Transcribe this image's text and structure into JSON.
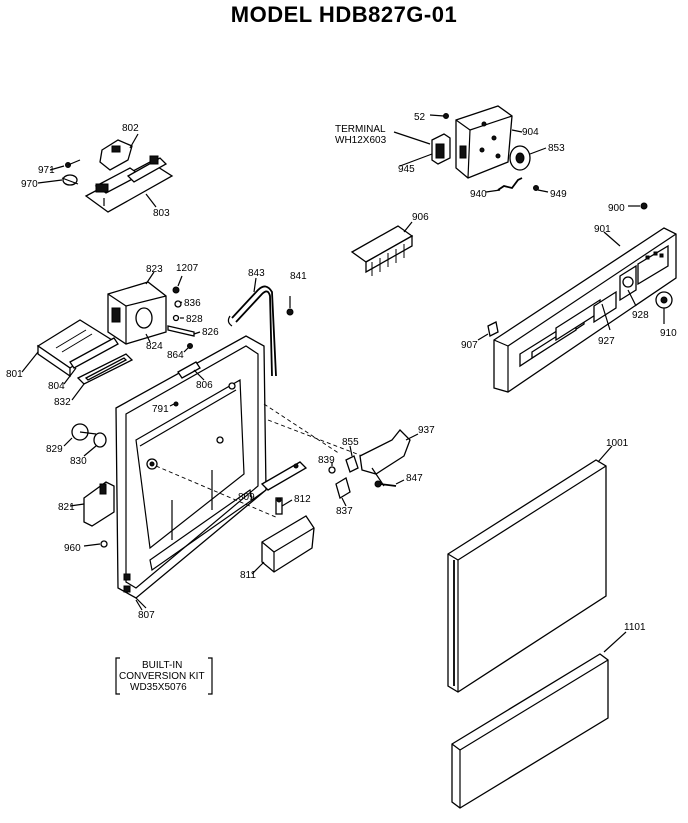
{
  "title": "MODEL HDB827G-01",
  "callouts": {
    "c52": "52",
    "c904": "904",
    "c853": "853",
    "c945": "945",
    "c940": "940",
    "c949": "949",
    "c802": "802",
    "c971": "971",
    "c970": "970",
    "c803": "803",
    "c906": "906",
    "c900": "900",
    "c901": "901",
    "c928": "928",
    "c910": "910",
    "c907": "907",
    "c927": "927",
    "c823": "823",
    "c1207": "1207",
    "c843": "843",
    "c841": "841",
    "c836": "836",
    "c828": "828",
    "c826": "826",
    "c824": "824",
    "c864": "864",
    "c806": "806",
    "c801": "801",
    "c804": "804",
    "c832": "832",
    "c791": "791",
    "c829": "829",
    "c830": "830",
    "c821": "821",
    "c960": "960",
    "c807": "807",
    "c855": "855",
    "c937": "937",
    "c839": "839",
    "c847": "847",
    "c837": "837",
    "c809": "809",
    "c812": "812",
    "c811": "811",
    "c1001": "1001",
    "c1101": "1101"
  },
  "terminal": {
    "line1": "TERMINAL",
    "line2": "WH12X603"
  },
  "kit_box": {
    "line1": "BUILT-IN",
    "line2": "CONVERSION KIT",
    "line3": "WD35X5076"
  }
}
